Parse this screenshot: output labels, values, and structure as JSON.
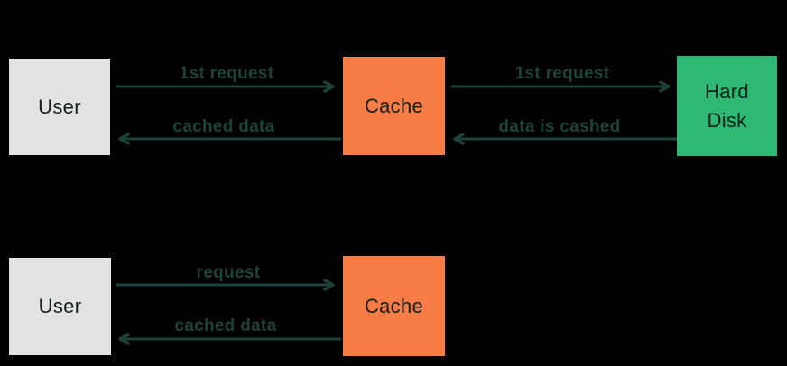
{
  "colors": {
    "background": "#000000",
    "user_box": "#E3E3E3",
    "cache_box": "#F87C45",
    "hard_disk_box": "#2EB873",
    "arrow": "#1D4239",
    "box_label": "#14201A"
  },
  "diagram1": {
    "nodes": {
      "user": {
        "label": "User"
      },
      "cache": {
        "label": "Cache"
      },
      "hard_disk": {
        "label": "Hard Disk"
      }
    },
    "edges": {
      "user_to_cache": {
        "label": "1st request",
        "direction": "right"
      },
      "cache_to_user": {
        "label": "cached data",
        "direction": "left"
      },
      "cache_to_hard_disk": {
        "label": "1st request",
        "direction": "right"
      },
      "hard_disk_to_cache": {
        "label": "data is cashed",
        "direction": "left"
      }
    }
  },
  "diagram2": {
    "nodes": {
      "user": {
        "label": "User"
      },
      "cache": {
        "label": "Cache"
      }
    },
    "edges": {
      "user_to_cache": {
        "label": "request",
        "direction": "right"
      },
      "cache_to_user": {
        "label": "cached data",
        "direction": "left"
      }
    }
  }
}
